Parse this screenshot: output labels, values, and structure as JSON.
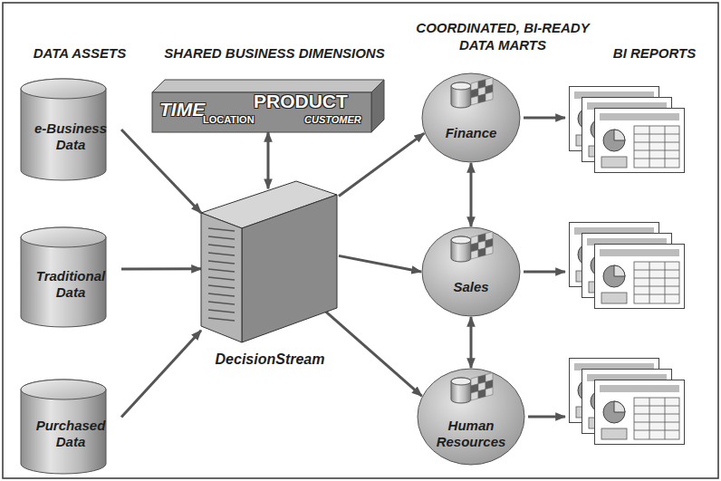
{
  "diagram": {
    "nodes": [
      {
        "text": [
          "e-Business Data"
        ]
      },
      {
        "text": [
          "Traditional Data"
        ]
      },
      {
        "text": [
          "Purchased Data"
        ]
      },
      {
        "text": [
          "TIME",
          "LOCATION",
          "PRODUCT",
          "CUSTOMER"
        ]
      },
      {
        "text": [
          "DecisionStream"
        ]
      },
      {
        "text": [
          "Finance"
        ]
      },
      {
        "text": [
          "Sales"
        ]
      },
      {
        "text": [
          "Human Resources"
        ]
      }
    ],
    "edges": [
      {
        "from": 0,
        "to": 4,
        "arrow": "to"
      },
      {
        "from": 1,
        "to": 4,
        "arrow": "to"
      },
      {
        "from": 2,
        "to": 4,
        "arrow": "to"
      },
      {
        "from": 3,
        "to": 4,
        "arrow": "both"
      },
      {
        "from": 4,
        "to": 5,
        "arrow": "to"
      },
      {
        "from": 4,
        "to": 6,
        "arrow": "to"
      },
      {
        "from": 4,
        "to": 7,
        "arrow": "to"
      },
      {
        "from": 5,
        "to": 6,
        "arrow": "both"
      },
      {
        "from": 6,
        "to": 7,
        "arrow": "both"
      }
    ],
    "labels": [
      "DATA ASSETS",
      "SHARED BUSINESS DIMENSIONS",
      "COORDINATED, BI-READY DATA MARTS",
      "BI REPORTS"
    ]
  }
}
